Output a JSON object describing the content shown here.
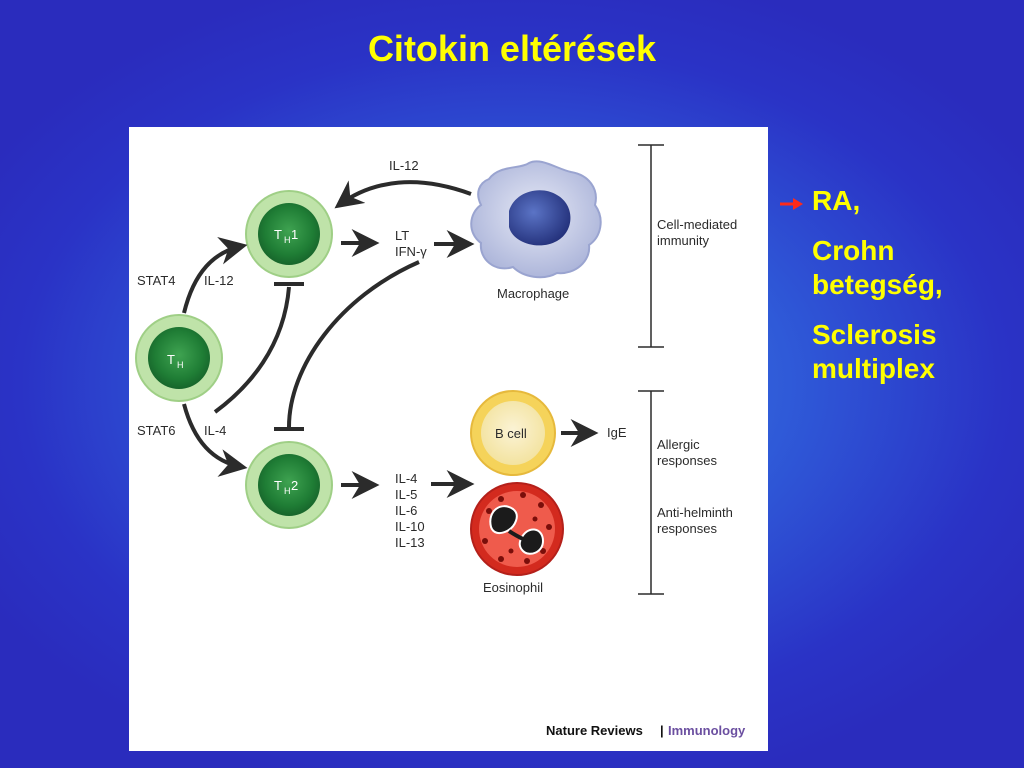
{
  "slide": {
    "title": "Citokin eltérések"
  },
  "diagram": {
    "cells": {
      "th": "T",
      "th_sub": "H",
      "th1": "T",
      "th1_sub": "H",
      "th1_suffix": "1",
      "th2": "T",
      "th2_sub": "H",
      "th2_suffix": "2",
      "b_cell": "B cell",
      "macrophage": "Macrophage",
      "eosinophil": "Eosinophil"
    },
    "labels": {
      "stat4": "STAT4",
      "il12_left": "IL-12",
      "stat6": "STAT6",
      "il4_left": "IL-4",
      "il12_top": "IL-12",
      "lt": "LT",
      "ifn": "IFN-γ",
      "ige": "IgE",
      "th2_cytokines": [
        "IL-4",
        "IL-5",
        "IL-6",
        "IL-10",
        "IL-13"
      ]
    },
    "brackets": {
      "cell_mediated_1": "Cell-mediated",
      "cell_mediated_2": "immunity",
      "allergic_1": "Allergic",
      "allergic_2": "responses",
      "helminth_1": "Anti-helminth",
      "helminth_2": "responses"
    },
    "credit": {
      "journal": "Nature Reviews",
      "separator": "|",
      "section": "Immunology"
    },
    "colors": {
      "th_green_dark": "#1e7a34",
      "th_green_light": "#b7dea0",
      "b_cell_yellow": "#f5d35a",
      "eosinophil_red": "#d32a1e",
      "macrophage_blue": "#3f4f9e",
      "credit_purple": "#6b4fa0"
    }
  },
  "right_list": {
    "items": [
      "RA,",
      "Crohn betegség,",
      "Sclerosis multiplex"
    ],
    "bullet_icon": "red-arrow-bullet-icon"
  }
}
